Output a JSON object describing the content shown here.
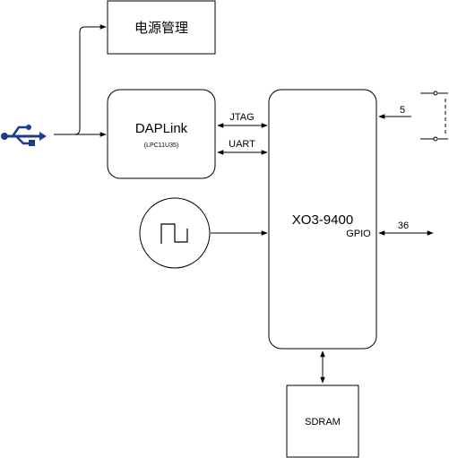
{
  "blocks": {
    "power": {
      "label": "电源管理"
    },
    "daplink": {
      "label": "DAPLink",
      "sublabel": "(LPC11U35)"
    },
    "fpga": {
      "label": "XO3-9400",
      "port_label": "GPIO"
    },
    "sdram": {
      "label": "SDRAM"
    }
  },
  "connections": {
    "jtag": "JTAG",
    "uart": "UART",
    "buttons_count": "5",
    "gpio_count": "36"
  },
  "icons": {
    "usb": "usb-icon",
    "clock": "square-wave-oscillator-icon",
    "buttons": "pushbutton-switch-icon"
  },
  "colors": {
    "usb_blue": "#1e3c8c",
    "line": "#000000"
  }
}
